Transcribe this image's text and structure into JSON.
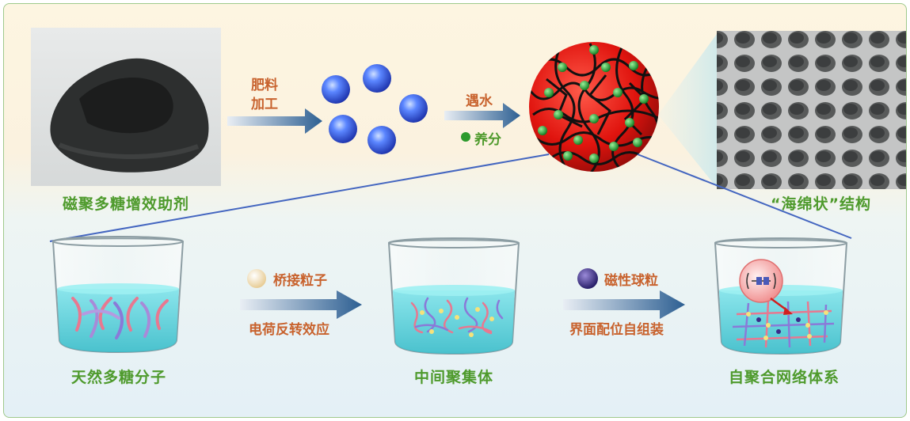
{
  "labels": {
    "magnetic_additive": "磁聚多糖增效助剂",
    "sponge_structure": "“海绵状”结构",
    "natural_polysaccharide": "天然多糖分子",
    "intermediate_aggregate": "中间聚集体",
    "self_assembled_network": "自聚合网络体系"
  },
  "steps": {
    "fertilizer_processing": [
      "肥料",
      "加工"
    ],
    "meet_water": "遇水",
    "nutrients": "养分",
    "bridging_particles": "桥接粒子",
    "charge_reversal": "电荷反转效应",
    "magnetic_spheres": "磁性球粒",
    "interface_coordination": "界面配位自组装"
  },
  "colors": {
    "label_green": "#4e9a2c",
    "step_orange": "#c8622d",
    "nutrient_green": "#2c9a2c",
    "arrow_blue": "#3f6b9a",
    "bead_blue": "#2b55d8",
    "composite_red": "#d81b14",
    "liquid_cyan": "#5fd2dc"
  }
}
